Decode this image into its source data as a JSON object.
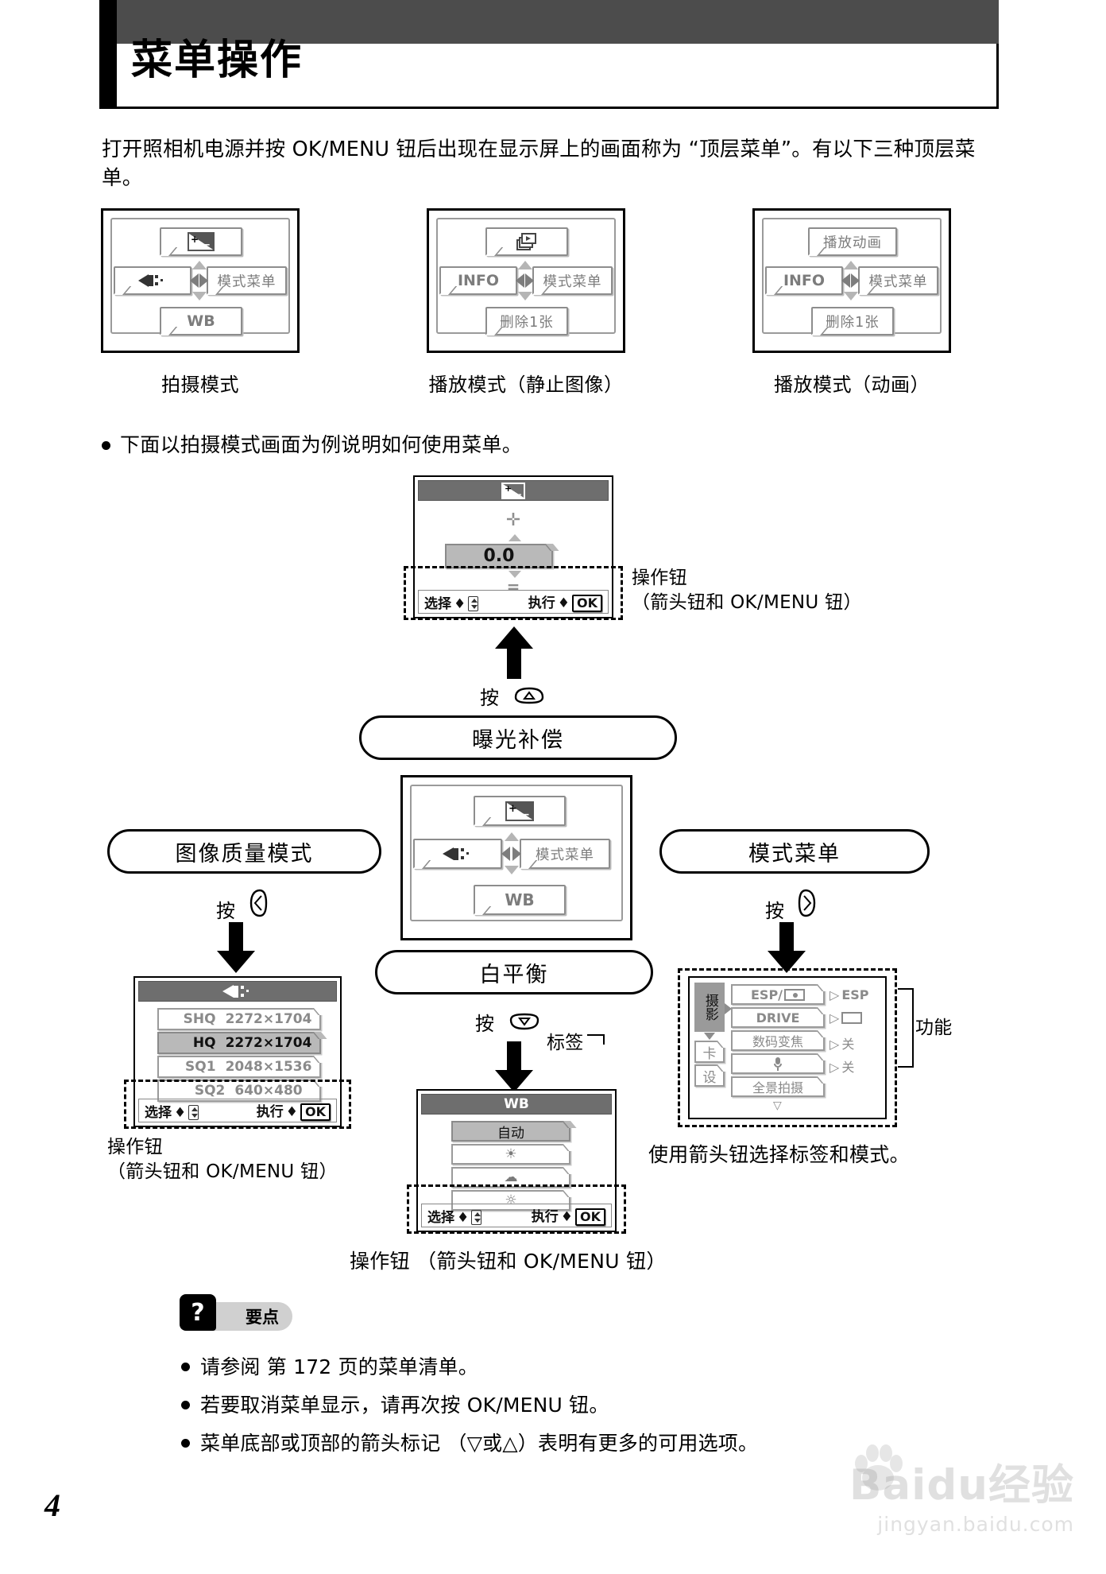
{
  "header": {
    "title": "菜单操作"
  },
  "intro": {
    "paragraph": "打开照相机电源并按 OK/MENU 钮后出现在显示屏上的画面称为 “顶层菜单”。有以下三种顶层菜单。"
  },
  "top_screens": [
    {
      "caption": "拍摄模式",
      "top_button": "exposure-comp-icon",
      "left_button": "image-quality-icon",
      "right_button": "模式菜单",
      "bottom_button": "WB"
    },
    {
      "caption": "播放模式（静止图像）",
      "top_button": "slideshow-icon",
      "left_button": "INFO",
      "right_button": "模式菜单",
      "bottom_button": "删除1张"
    },
    {
      "caption": "播放模式（动画）",
      "top_button": "播放动画",
      "left_button": "INFO",
      "right_button": "模式菜单",
      "bottom_button": "删除1张"
    }
  ],
  "bullet": {
    "text": "下面以拍摄模式画面为例说明如何使用菜单。"
  },
  "exposure_screen": {
    "title_icon": "exposure-comp-icon",
    "plus_symbol": "✛",
    "value": "0.0",
    "minus_symbol": "=",
    "bottom_left_label": "选择",
    "bottom_right_label": "执行",
    "ok_key": "OK",
    "callout_line1": "操作钮",
    "callout_line2": "（箭头钮和 OK/MENU 钮）"
  },
  "flow": {
    "press_up": "按",
    "press_up_icon": "up-arrow-button-icon",
    "pill_top": "曝光补偿",
    "pill_left": "图像质量模式",
    "pill_right": "模式菜单",
    "pill_bottom": "白平衡",
    "press_left": "按",
    "press_left_icon": "left-arrow-button-icon",
    "press_right": "按",
    "press_right_icon": "right-arrow-button-icon",
    "press_down": "按",
    "press_down_icon": "down-arrow-button-icon"
  },
  "center_screen": {
    "top_button": "exposure-comp-icon",
    "left_button": "image-quality-icon",
    "right_button": "模式菜单",
    "bottom_button": "WB"
  },
  "quality_screen": {
    "title_icon": "image-quality-icon",
    "rows": [
      {
        "label": "SHQ",
        "value": "2272×1704",
        "selected": false
      },
      {
        "label": "HQ",
        "value": "2272×1704",
        "selected": true
      },
      {
        "label": "SQ1",
        "value": "2048×1536",
        "selected": false
      },
      {
        "label": "SQ2",
        "value": "640×480",
        "selected": false
      }
    ],
    "bottom_left_label": "选择",
    "bottom_right_label": "执行",
    "ok_key": "OK",
    "caption_line1": "操作钮",
    "caption_line2": "（箭头钮和 OK/MENU 钮）"
  },
  "wb_screen": {
    "title": "WB",
    "rows": [
      {
        "label": "自动",
        "selected": true
      },
      {
        "label": "sun-icon",
        "selected": false
      },
      {
        "label": "cloud-icon",
        "selected": false
      },
      {
        "label": "lamp-icon",
        "selected": false
      }
    ],
    "bottom_left_label": "选择",
    "bottom_right_label": "执行",
    "ok_key": "OK",
    "caption": "操作钮 （箭头钮和 OK/MENU 钮）"
  },
  "mode_menu_screen": {
    "tabs": [
      "摄影",
      "卡",
      "设"
    ],
    "tab_label": "标签",
    "function_label": "功能",
    "rows": [
      {
        "name": "ESP/spot-icon",
        "value": "ESP"
      },
      {
        "name": "DRIVE",
        "value": "frame-icon"
      },
      {
        "name": "数码变焦",
        "value": "关"
      },
      {
        "name": "mic-icon",
        "value": "关"
      },
      {
        "name": "全景拍摄",
        "value": ""
      }
    ],
    "caption": "使用箭头钮选择标签和模式。"
  },
  "tips": {
    "badge": "要点",
    "items": [
      "请参阅 第 172 页的菜单清单。",
      "若要取消菜单显示，请再次按 OK/MENU 钮。",
      "菜单底部或顶部的箭头标记 （▽或△）表明有更多的可用选项。"
    ]
  },
  "footer": {
    "page_number": "4"
  },
  "watermark": {
    "main": "Baidu经验",
    "sub": "jingyan.baidu.com"
  }
}
